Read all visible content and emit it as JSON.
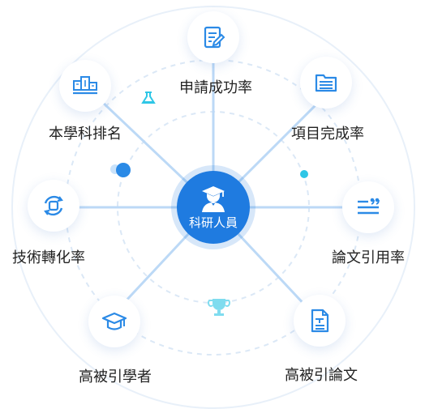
{
  "center": {
    "label": "科研人員",
    "icon": "graduate-person-icon",
    "color": "#1f7be0"
  },
  "nodes": [
    {
      "id": "application-success-rate",
      "label": "申請成功率",
      "icon": "edit-document-icon"
    },
    {
      "id": "project-completion-rate",
      "label": "項目完成率",
      "icon": "list-window-icon"
    },
    {
      "id": "paper-citation-rate",
      "label": "論文引用率",
      "icon": "quote-lines-icon"
    },
    {
      "id": "highly-cited-papers",
      "label": "高被引論文",
      "icon": "text-document-icon"
    },
    {
      "id": "highly-cited-scholars",
      "label": "高被引學者",
      "icon": "graduation-cap-icon"
    },
    {
      "id": "tech-transfer-rate",
      "label": "技術轉化率",
      "icon": "refresh-cycle-icon"
    },
    {
      "id": "discipline-ranking",
      "label": "本學科排名",
      "icon": "ranking-podium-icon"
    }
  ],
  "colors": {
    "accent": "#2b8ae6",
    "spoke": "#bcd9f6",
    "ring": "#e2edf8",
    "teal": "#2ec6e6"
  }
}
